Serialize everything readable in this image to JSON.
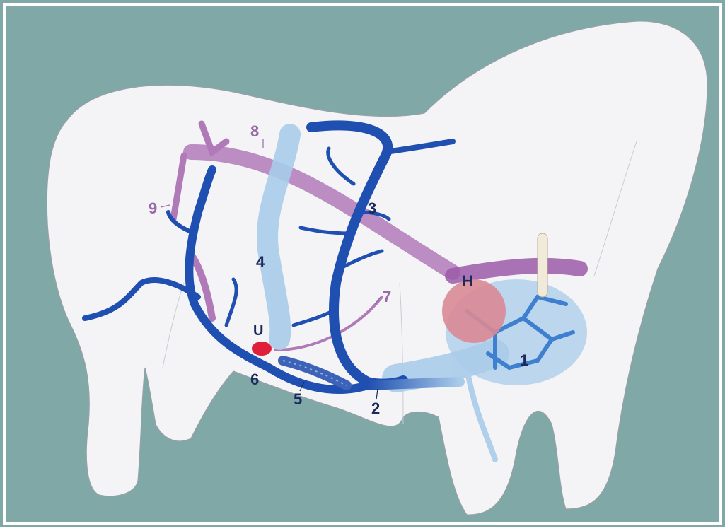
{
  "colors": {
    "background": "#7fa8a6",
    "body": "#f4f4f6",
    "vein": "#1f4fb0",
    "vein_light": "#a9ccea",
    "artery": "#b07ab8",
    "label_dark": "#1b2a5a",
    "label_purple": "#9a6aa8",
    "heart": "#d98a95",
    "umbilicus": "#e0203a"
  },
  "labels": {
    "n1": "1",
    "n2": "2",
    "n3": "3",
    "n4": "4",
    "n5": "5",
    "n6": "6",
    "n7": "7",
    "n8": "8",
    "n9": "9",
    "H": "H",
    "U": "U"
  }
}
